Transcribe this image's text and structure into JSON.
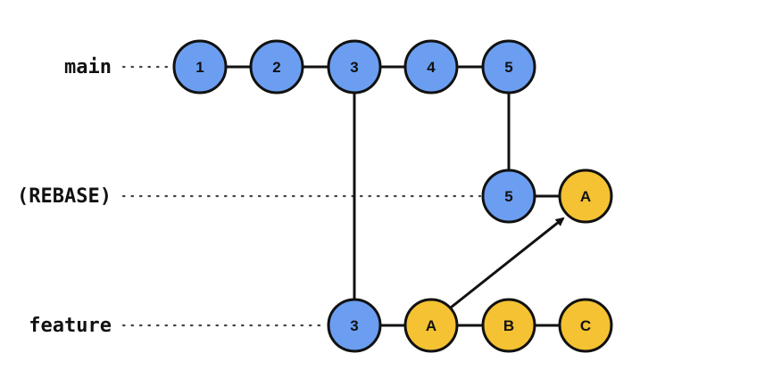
{
  "colors": {
    "main_commit": "#6b9ef0",
    "feature_commit": "#f4c232",
    "stroke": "#111111",
    "background": "#ffffff"
  },
  "lanes": {
    "main": "main",
    "rebase": "(REBASE)",
    "feature": "feature"
  },
  "commits": {
    "main": [
      "1",
      "2",
      "3",
      "4",
      "5"
    ],
    "rebase": [
      "5",
      "A"
    ],
    "feature": [
      "3",
      "A",
      "B",
      "C"
    ]
  }
}
